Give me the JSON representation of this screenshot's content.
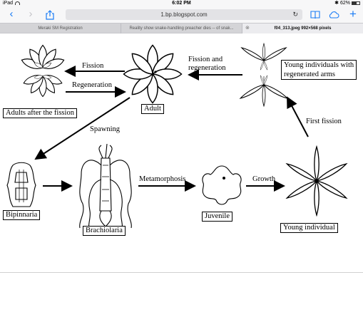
{
  "status": {
    "device": "iPad",
    "time": "6:02 PM",
    "battery": "62%"
  },
  "toolbar": {
    "back": "‹",
    "forward": "›",
    "share": "⇪",
    "url": "1.bp.blogspot.com",
    "reload": "↻",
    "book": "▯▯",
    "cloud": "☁",
    "new_tab": "+"
  },
  "tabs": [
    {
      "label": "Meraki SM Registration"
    },
    {
      "label": "Reality show snake-handling preacher dies -- of snak..."
    },
    {
      "label": "f04_313.jpeg 992×568 pixels",
      "close": "⊗"
    }
  ],
  "diagram": {
    "adults_after_fission": "Adults after the fission",
    "adult": "Adult",
    "fission": "Fission",
    "regeneration": "Regeneration",
    "fission_and_regeneration_1": "Fission and",
    "fission_and_regeneration_2": "regeneration",
    "young_regenerated_1": "Young individuals with",
    "young_regenerated_2": "regenerated arms",
    "first_fission": "First fission",
    "spawning": "Spawning",
    "bipinnaria": "Bipinnaria",
    "brachiolaria": "Brachiolaria",
    "metamorphosis": "Metamorphosis",
    "juvenile": "Juvenile",
    "growth": "Growth",
    "young_individual": "Young individual"
  }
}
